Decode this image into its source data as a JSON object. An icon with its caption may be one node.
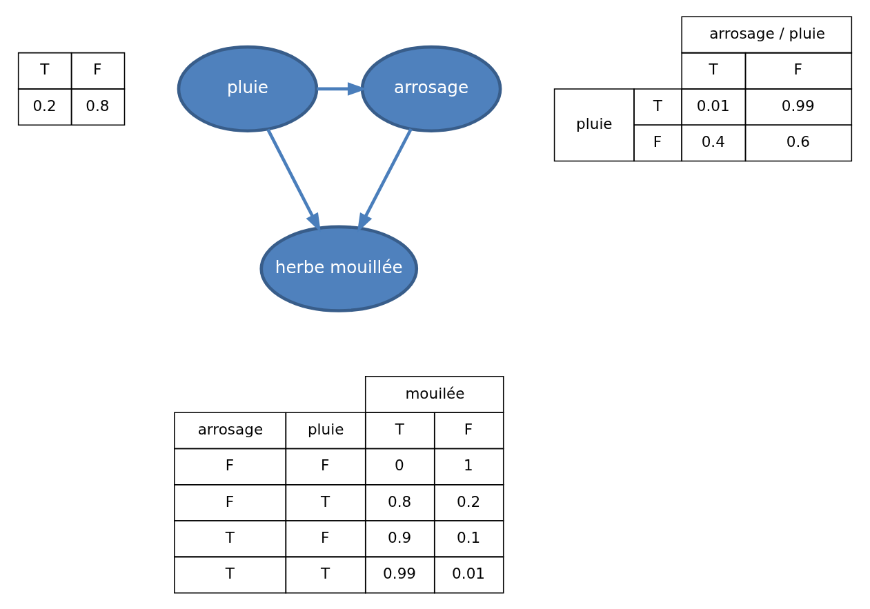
{
  "diagram": {
    "nodes": [
      {
        "text": [
          "pluie"
        ]
      },
      {
        "text": [
          "arrosage"
        ]
      },
      {
        "text": [
          "herbe mouillée"
        ]
      }
    ],
    "edges": [
      {
        "from": 0,
        "to": 1,
        "arrow": "to"
      },
      {
        "from": 0,
        "to": 2,
        "arrow": "to"
      },
      {
        "from": 1,
        "to": 2,
        "arrow": "to"
      }
    ],
    "labels": [
      "T",
      "F",
      "0.2",
      "0.8",
      "arrosage / pluie",
      "T",
      "F",
      "pluie",
      "T",
      "0.01",
      "0.99",
      "F",
      "0.4",
      "0.6",
      "mouilée",
      "arrosage",
      "pluie",
      "T",
      "F",
      "F",
      "F",
      "0",
      "1",
      "F",
      "T",
      "0.8",
      "0.2",
      "T",
      "F",
      "0.9",
      "0.1",
      "T",
      "T",
      "0.99",
      "0.01"
    ]
  }
}
